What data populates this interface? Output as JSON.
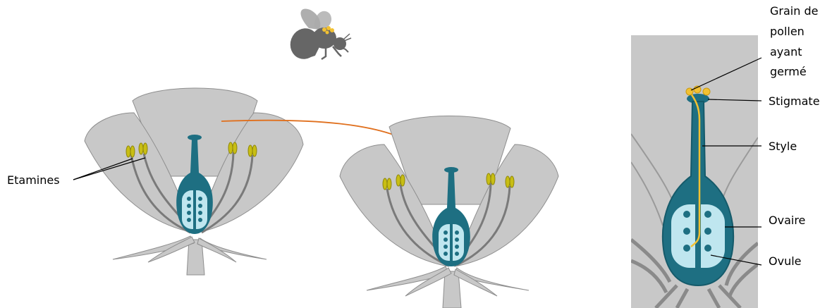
{
  "labels": {
    "etamines": "Etamines",
    "grain_line1": "Grain de",
    "grain_line2": "pollen",
    "grain_line3": "ayant",
    "grain_line4": "germé",
    "stigmate": "Stigmate",
    "style": "Style",
    "ovaire": "Ovaire",
    "ovule": "Ovule"
  },
  "colors": {
    "petal": "#c8c8c8",
    "petal_stroke": "#8e8e8e",
    "pistil": "#1e6f82",
    "pistil_dark": "#155a6a",
    "ovary_inner": "#bfe6ef",
    "anther": "#c8be14",
    "filament": "#7a7a7a",
    "pollen": "#f2c132",
    "arrow": "#e0701e",
    "bee": "#666666"
  },
  "icons": {
    "bee": "bee-icon",
    "arrow": "curved-arrow-icon"
  }
}
